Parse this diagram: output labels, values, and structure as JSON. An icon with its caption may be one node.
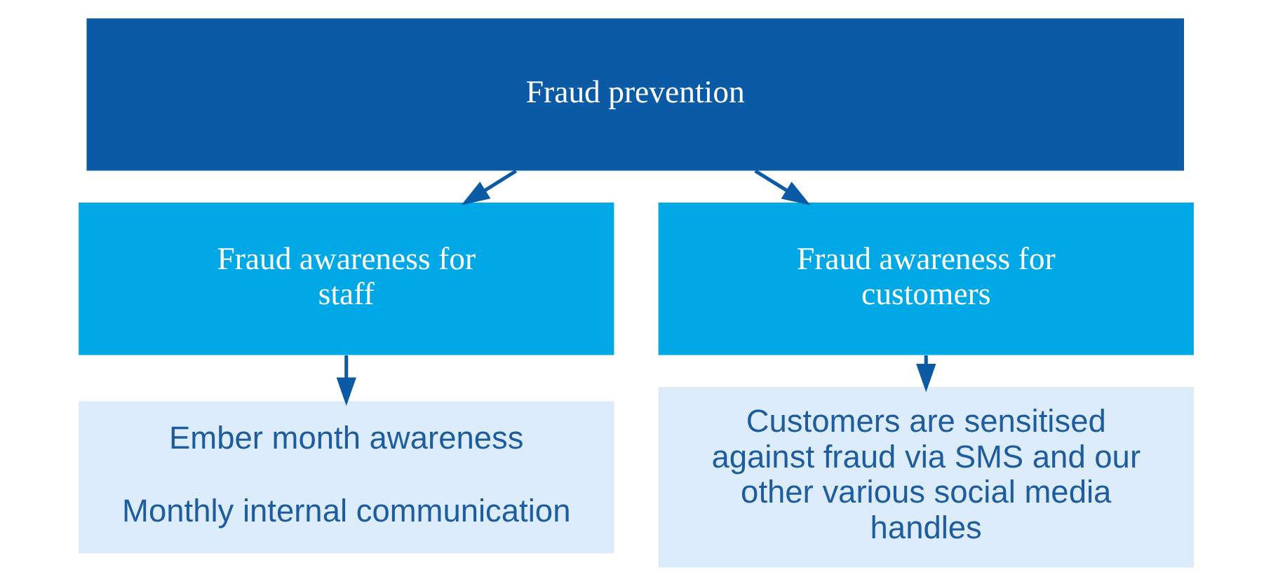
{
  "diagram": {
    "nodes": [
      {
        "text": [
          "Fraud prevention"
        ]
      },
      {
        "text": [
          "Fraud awareness for staff"
        ]
      },
      {
        "text": [
          "Fraud awareness for customers"
        ]
      },
      {
        "text": [
          "Ember month awareness",
          "Monthly internal communication"
        ]
      },
      {
        "text": [
          "Customers are sensitised against fraud via SMS and our other various social media handles"
        ]
      }
    ],
    "edges": [
      {
        "from": 0,
        "to": 1,
        "arrow": "to"
      },
      {
        "from": 0,
        "to": 2,
        "arrow": "to"
      },
      {
        "from": 1,
        "to": 3,
        "arrow": "to"
      },
      {
        "from": 2,
        "to": 4,
        "arrow": "to"
      }
    ]
  }
}
